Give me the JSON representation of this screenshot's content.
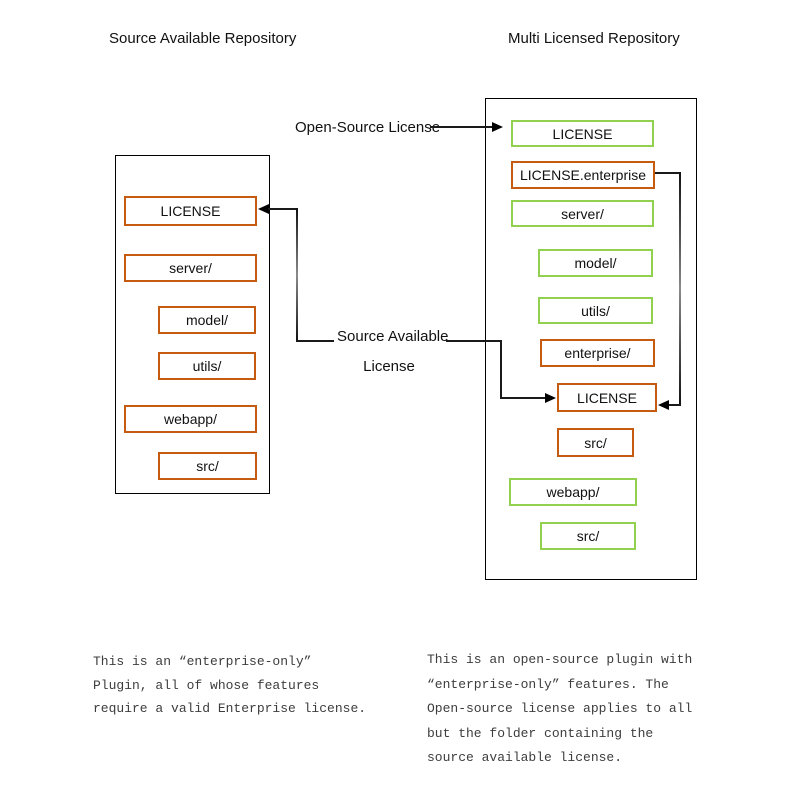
{
  "diagram": {
    "type": "repository-licensing-diagram",
    "colors": {
      "orange_border": "#C55A11",
      "green_border": "#92D050",
      "container_border": "#000000",
      "connector": "#1a1a1a",
      "caption_text": "#3d3d3d"
    },
    "left_repo": {
      "title": "Source Available Repository",
      "items": [
        {
          "label": "LICENSE",
          "type": "orange"
        },
        {
          "label": "server/",
          "type": "orange"
        },
        {
          "label": "model/",
          "type": "orange"
        },
        {
          "label": "utils/",
          "type": "orange"
        },
        {
          "label": "webapp/",
          "type": "orange"
        },
        {
          "label": "src/",
          "type": "orange"
        }
      ],
      "caption": "This is an “enterprise-only”\nPlugin, all of whose features\nrequire a valid Enterprise license."
    },
    "right_repo": {
      "title": "Multi Licensed Repository",
      "items": [
        {
          "label": "LICENSE",
          "type": "green"
        },
        {
          "label": "LICENSE.enterprise",
          "type": "orange"
        },
        {
          "label": "server/",
          "type": "green"
        },
        {
          "label": "model/",
          "type": "green"
        },
        {
          "label": "utils/",
          "type": "green"
        },
        {
          "label": "enterprise/",
          "type": "orange"
        },
        {
          "label": "LICENSE",
          "type": "orange"
        },
        {
          "label": "src/",
          "type": "orange"
        },
        {
          "label": "webapp/",
          "type": "green"
        },
        {
          "label": "src/",
          "type": "green"
        }
      ],
      "caption": "This is an open-source plugin with\n“enterprise-only” features. The\nOpen-source license applies to all\nbut the folder containing the\nsource available license."
    },
    "annotations": {
      "open_source_license": "Open-Source License",
      "source_available_line1": "Source Available",
      "source_available_line2": "License"
    }
  }
}
